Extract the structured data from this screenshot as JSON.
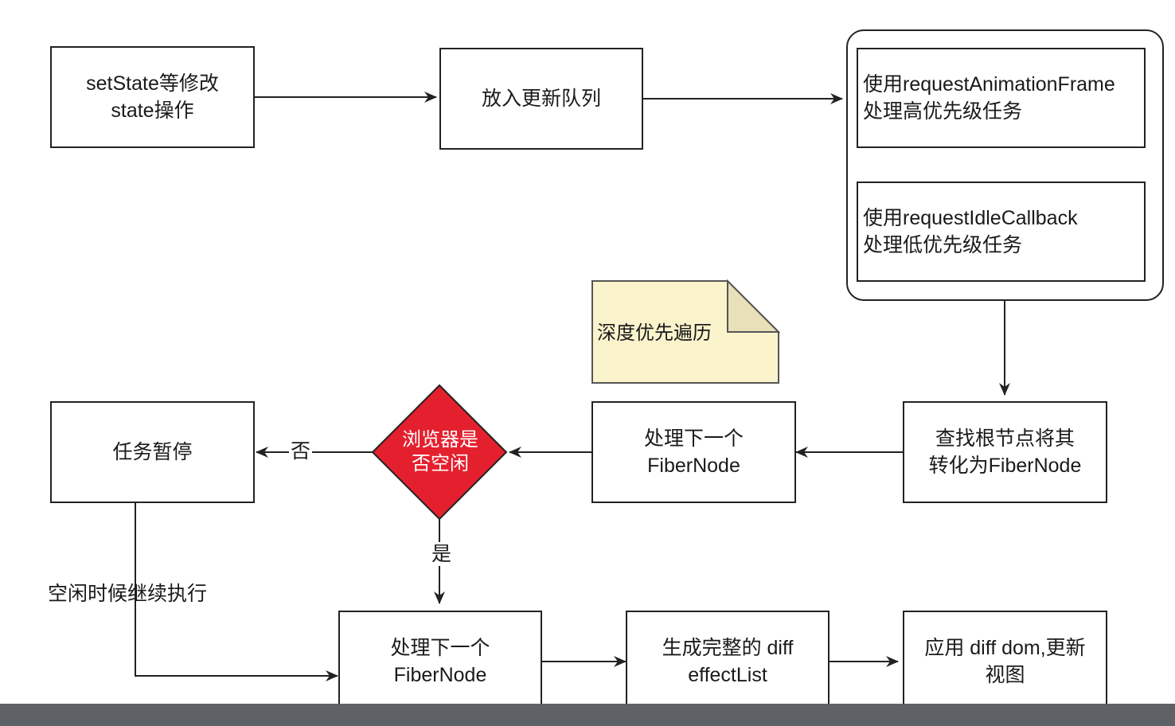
{
  "nodes": {
    "set_state": "setState等修改\nstate操作",
    "enqueue": "放入更新队列",
    "raf": "使用requestAnimationFrame\n处理高优先级任务",
    "ric": "使用requestIdleCallback\n处理低优先级任务",
    "find_root": "查找根节点将其\n转化为FiberNode",
    "process_next_1": "处理下一个\nFiberNode",
    "browser_idle": "浏览器是\n否空闲",
    "task_pause": "任务暂停",
    "process_next_2": "处理下一个\nFiberNode",
    "gen_diff": "生成完整的 diff\neffectList",
    "apply_diff": "应用 diff dom,更新\n视图"
  },
  "note": "深度优先遍历",
  "edge_labels": {
    "no": "否",
    "yes": "是",
    "resume": "空闲时候继续执行"
  },
  "colors": {
    "decision_fill": "#e4202e",
    "note_fill": "#fbf3cc",
    "stroke": "#222222",
    "bottom_bar": "#5e6267"
  }
}
